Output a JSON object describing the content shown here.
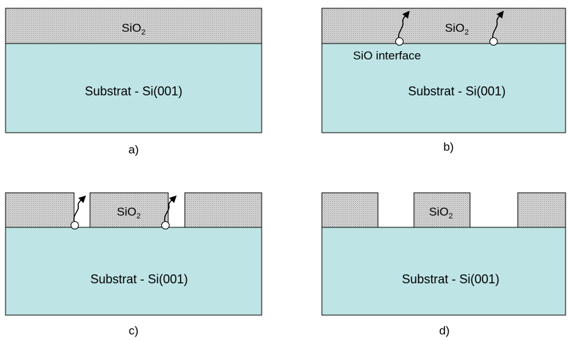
{
  "colors": {
    "oxide_fill": "#d6d6d6",
    "substrate_fill": "#bfe4e6",
    "stroke": "#000000",
    "background": "#ffffff"
  },
  "panels": [
    {
      "id": "a",
      "caption": "a)",
      "substrate_label": "Substrat - Si(001)",
      "oxide_label": "SiO",
      "oxide_subscript": "2"
    },
    {
      "id": "b",
      "caption": "b)",
      "substrate_label": "Substrat - Si(001)",
      "oxide_label": "SiO",
      "oxide_subscript": "2",
      "interface_label": "SiO interface"
    },
    {
      "id": "c",
      "caption": "c)",
      "substrate_label": "Substrat - Si(001)",
      "oxide_label": "SiO",
      "oxide_subscript": "2"
    },
    {
      "id": "d",
      "caption": "d)",
      "substrate_label": "Substrat - Si(001)",
      "oxide_label": "SiO",
      "oxide_subscript": "2"
    }
  ]
}
